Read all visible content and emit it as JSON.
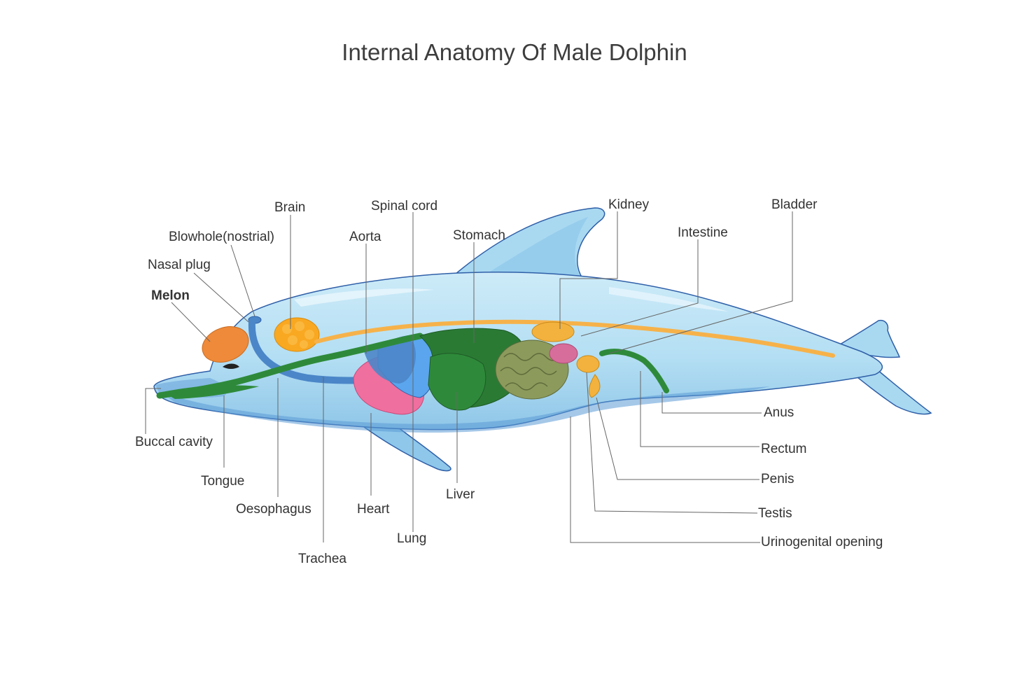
{
  "title": "Internal Anatomy Of Male Dolphin",
  "colors": {
    "body_light": "#bfe4f4",
    "body_mid": "#a6d6ee",
    "body_dark": "#5b9bd6",
    "outline": "#2f5fa8",
    "melon": "#ee8a3a",
    "brain": "#f9a822",
    "spinal_cord": "#f6b24a",
    "airway": "#4b86c8",
    "digestive_green": "#2e8a3a",
    "stomach_green": "#2a7a34",
    "intestine": "#8c9a5c",
    "heart": "#ef6f9e",
    "lung": "#5aa5ee",
    "kidney": "#f3b23d",
    "bladder": "#d76d9a"
  },
  "labels": {
    "brain": "Brain",
    "spinal_cord": "Spinal cord",
    "kidney": "Kidney",
    "bladder": "Bladder",
    "blowhole": "Blowhole(nostrial)",
    "aorta": "Aorta",
    "stomach": "Stomach",
    "intestine": "Intestine",
    "nasal_plug": "Nasal plug",
    "melon": "Melon",
    "buccal_cavity": "Buccal cavity",
    "tongue": "Tongue",
    "oesophagus": "Oesophagus",
    "trachea": "Trachea",
    "heart": "Heart",
    "lung": "Lung",
    "liver": "Liver",
    "anus": "Anus",
    "rectum": "Rectum",
    "penis": "Penis",
    "testis": "Testis",
    "urinogenital_opening": "Urinogenital opening"
  }
}
